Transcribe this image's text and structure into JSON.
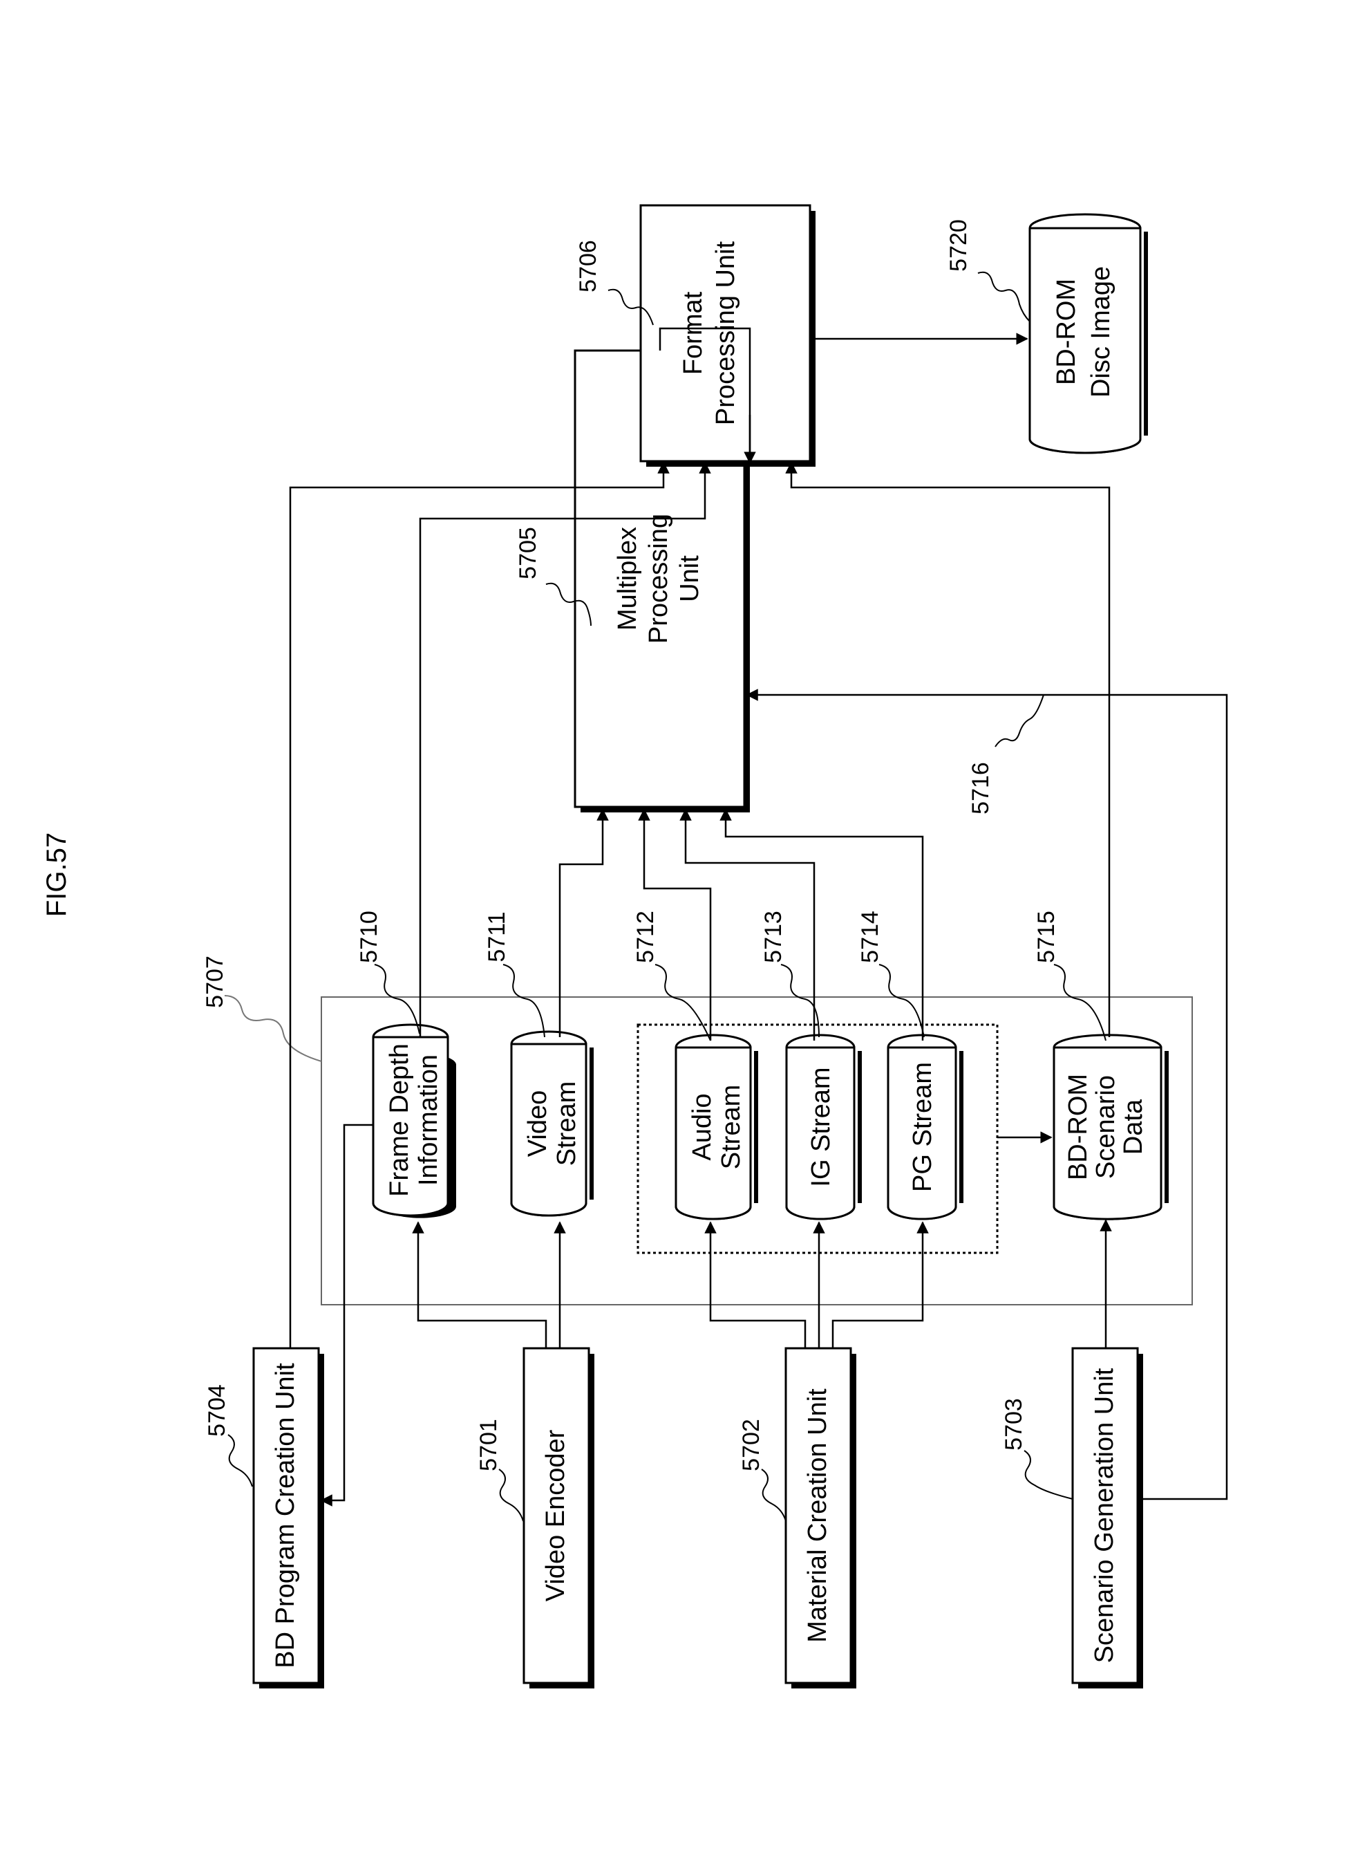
{
  "figure": {
    "title": "FIG.57"
  },
  "units": {
    "bd_program_creation": {
      "ref": "5704",
      "label": "BD Program Creation Unit"
    },
    "video_encoder": {
      "ref": "5701",
      "label": "Video Encoder"
    },
    "material_creation": {
      "ref": "5702",
      "label": "Material Creation Unit"
    },
    "scenario_generation": {
      "ref": "5703",
      "label": "Scenario Generation Unit"
    },
    "multiplex_processing": {
      "ref": "5705",
      "label_1": "Multiplex",
      "label_2": "Processing",
      "label_3": "Unit"
    },
    "format_processing": {
      "ref": "5706",
      "label_1": "Format",
      "label_2": "Processing Unit"
    }
  },
  "storage": {
    "ref": "5707"
  },
  "data_items": {
    "frame_depth": {
      "ref": "5710",
      "label_1": "Frame Depth",
      "label_2": "Information"
    },
    "video_stream": {
      "ref": "5711",
      "label_1": "Video",
      "label_2": "Stream"
    },
    "audio_stream": {
      "ref": "5712",
      "label_1": "Audio",
      "label_2": "Stream"
    },
    "ig_stream": {
      "ref": "5713",
      "label": "IG Stream"
    },
    "pg_stream": {
      "ref": "5714",
      "label": "PG Stream"
    },
    "bdrom_scenario": {
      "ref": "5715",
      "label_1": "BD-ROM",
      "label_2": "Scenario",
      "label_3": "Data"
    },
    "bdrom_disc": {
      "ref": "5720",
      "label_1": "BD-ROM",
      "label_2": "Disc Image"
    }
  },
  "connections": {
    "scenario_to_multiplex_ref": "5716"
  }
}
